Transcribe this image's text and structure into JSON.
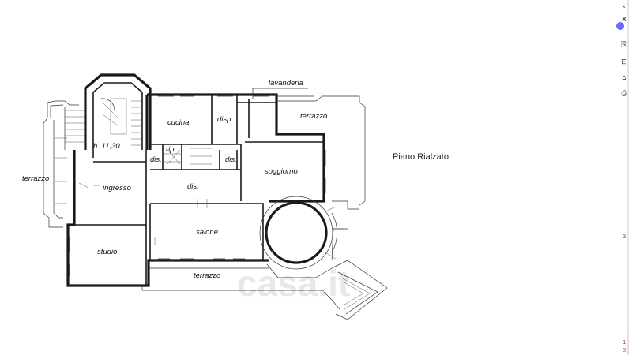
{
  "plan": {
    "title": "Piano Rialzato",
    "height_note": "h. 11,30",
    "rooms": {
      "lavanderia": "lavanderia",
      "terrazzo_top": "terrazzo",
      "cucina": "cucina",
      "disp": "disp.",
      "rip": "rip.",
      "dis_a": "dis.",
      "dis_b": "dis.",
      "dis_c": "dis.",
      "soggiorno": "soggiorno",
      "ingresso": "ingresso",
      "terrazzo_left": "terrazzo",
      "salone": "salone",
      "studio": "studio",
      "terrazzo_bottom": "terrazzo"
    },
    "watermark": "casa.it"
  },
  "sidebar": {
    "items": [
      {
        "icon": "chevron-left-icon",
        "glyph": "‹"
      },
      {
        "icon": "close-icon",
        "glyph": "✕"
      },
      {
        "icon": "pdf-tool-icon",
        "glyph": "⎘"
      },
      {
        "icon": "pdf-tool-icon",
        "glyph": "⊡"
      },
      {
        "icon": "pdf-tool-icon",
        "glyph": "⌂"
      },
      {
        "icon": "pdf-tool-icon",
        "glyph": "⎙"
      }
    ],
    "page_fragments": [
      "3",
      "1",
      "5"
    ]
  }
}
